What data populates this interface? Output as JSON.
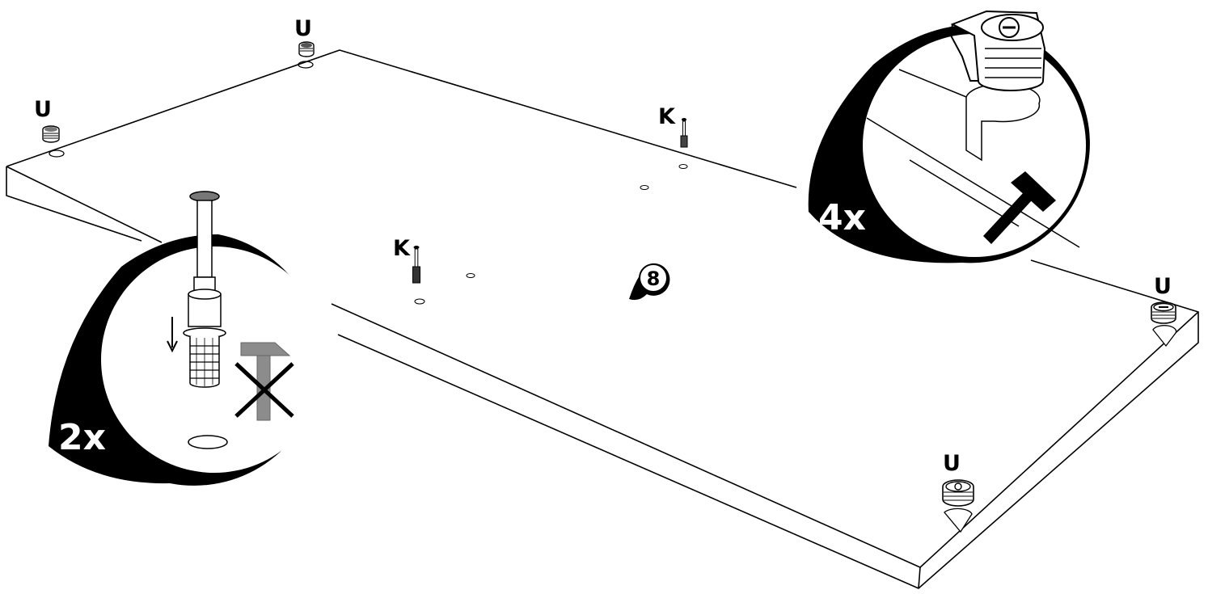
{
  "step_number": "8",
  "labels": {
    "u_top": "U",
    "u_left": "U",
    "u_right": "U",
    "u_bottom": "U",
    "k_top": "K",
    "k_mid": "K"
  },
  "callouts": {
    "left_count": "2x",
    "right_count": "4x"
  },
  "colors": {
    "ink": "#000000",
    "paper": "#ffffff",
    "hammer_gray": "#8c8c8c"
  }
}
